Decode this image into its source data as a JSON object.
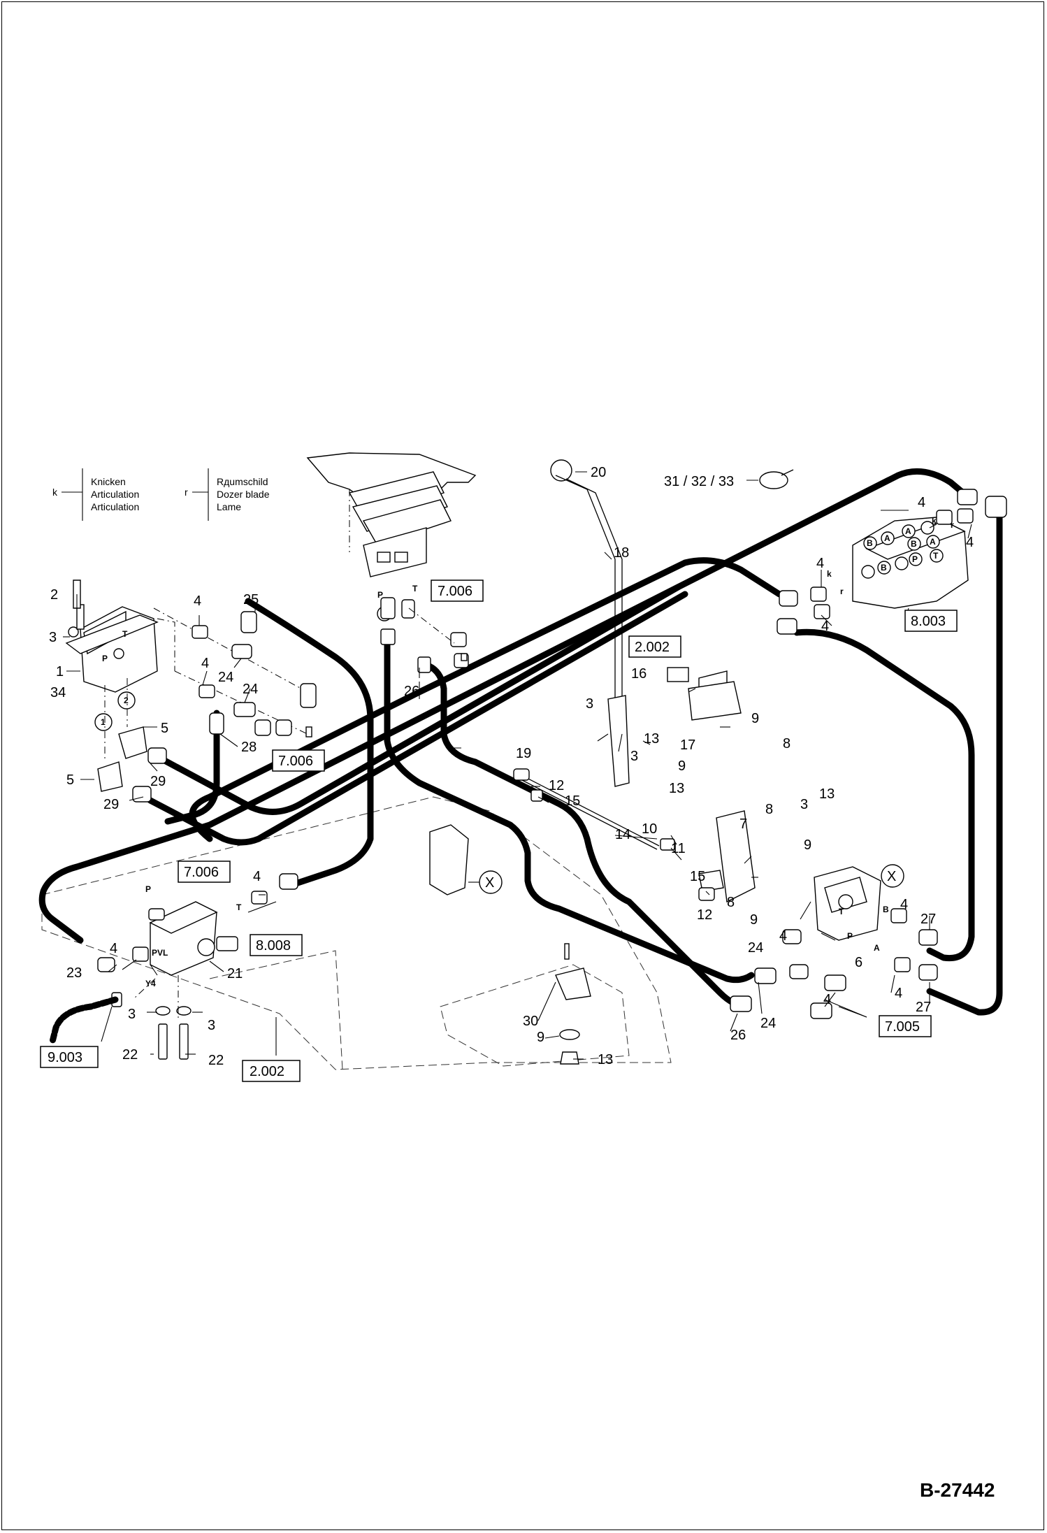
{
  "legend": {
    "k": {
      "key": "k",
      "lines": [
        "Knicken",
        "Articulation",
        "Articulation"
      ]
    },
    "r": {
      "key": "r",
      "lines": [
        "Rдumschild",
        "Dozer blade",
        "Lame"
      ]
    }
  },
  "callouts": {
    "c1": "1",
    "c2": "2",
    "c3": "3",
    "c4": "4",
    "c5": "5",
    "c6": "6",
    "c7": "7",
    "c8": "8",
    "c9": "9",
    "c10": "10",
    "c11": "11",
    "c12": "12",
    "c13": "13",
    "c14": "14",
    "c15": "15",
    "c16": "16",
    "c17": "17",
    "c18": "18",
    "c19": "19",
    "c20": "20",
    "c21": "21",
    "c22": "22",
    "c23": "23",
    "c24": "24",
    "c25": "25",
    "c26": "26",
    "c27": "27",
    "c28": "28",
    "c29": "29",
    "c30": "30",
    "c34": "34",
    "c313233": "31 / 32 / 33"
  },
  "references": {
    "r7006": "7.006",
    "r7005": "7.005",
    "r8003": "8.003",
    "r8008": "8.008",
    "r2002": "2.002",
    "r9003": "9.003"
  },
  "ports": {
    "P": "P",
    "T": "T",
    "A": "A",
    "B": "B",
    "k": "k",
    "r": "r",
    "PVL": "PVL",
    "Y4": "Y4",
    "X": "X",
    "one": "1",
    "two": "2"
  },
  "document_number": "B-27442"
}
